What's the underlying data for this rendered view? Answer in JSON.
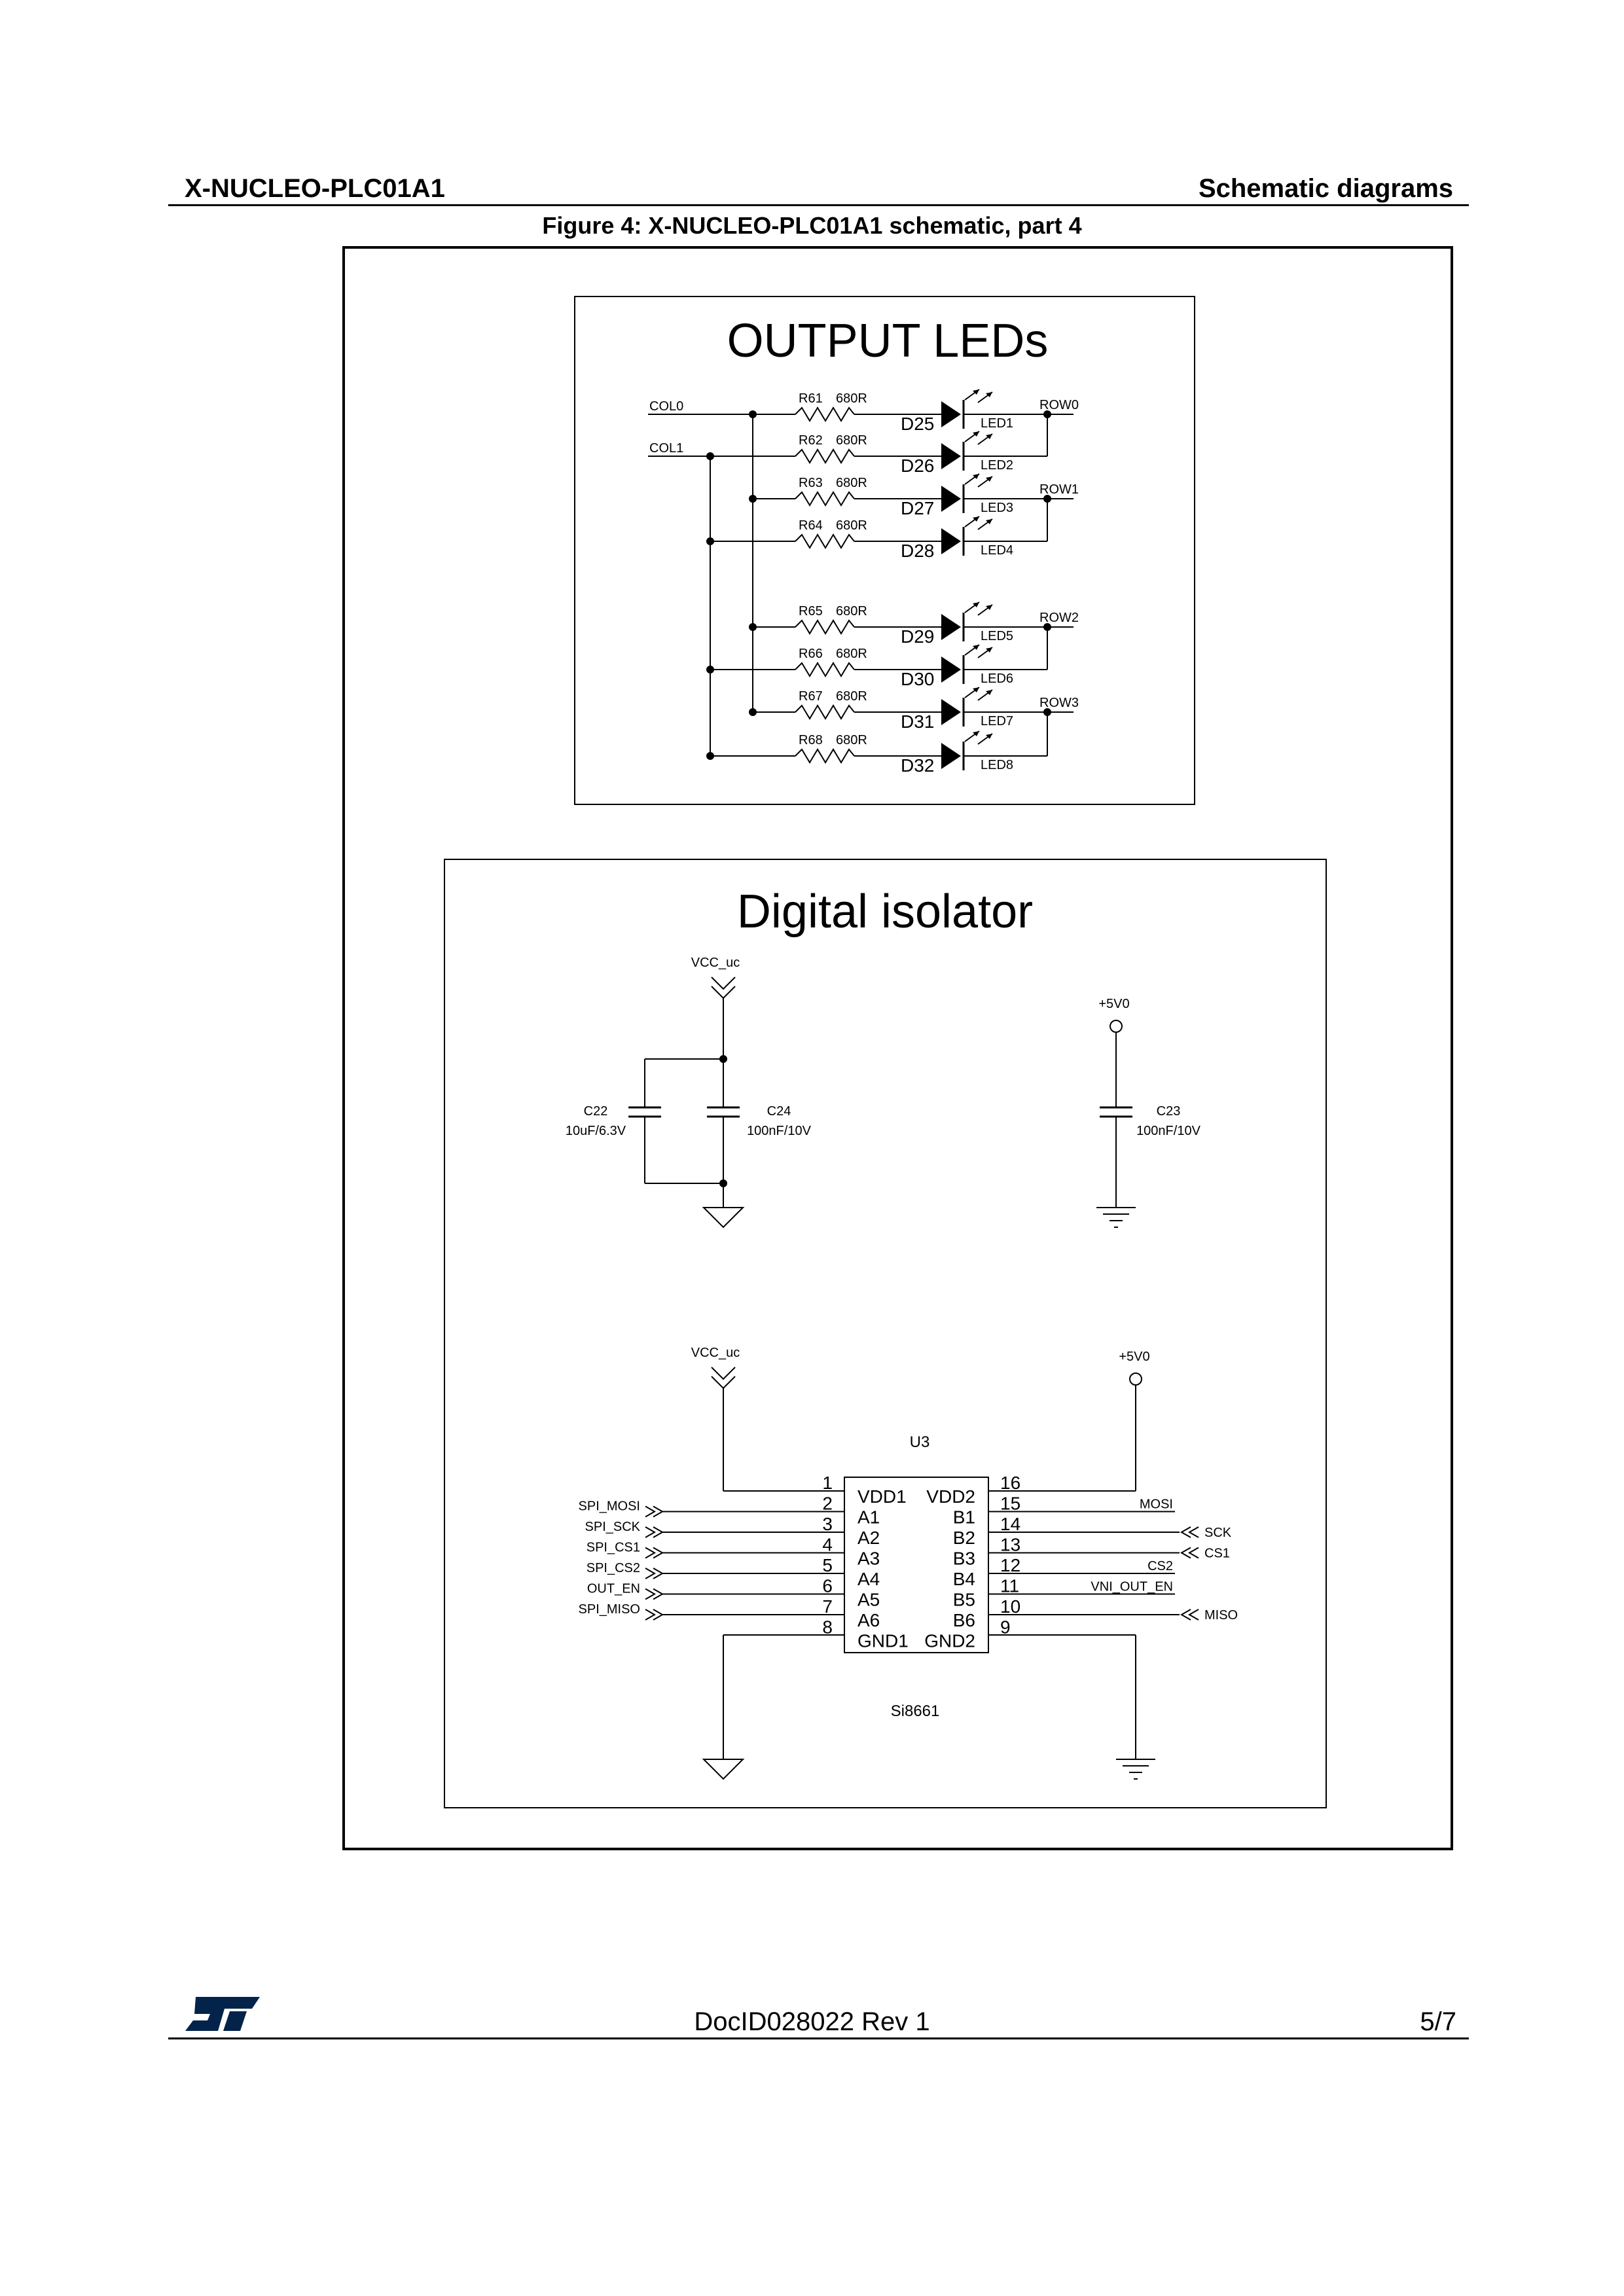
{
  "header": {
    "product": "X-NUCLEO-PLC01A1",
    "section": "Schematic diagrams"
  },
  "figure": {
    "caption": "Figure 4: X-NUCLEO-PLC01A1 schematic, part 4"
  },
  "leds_block": {
    "title": "OUTPUT LEDs",
    "columns": [
      "COL0",
      "COL1"
    ],
    "rows": [
      "ROW0",
      "ROW1",
      "ROW2",
      "ROW3"
    ],
    "channels": [
      {
        "resistor": "R61",
        "value": "680R",
        "diode": "D25",
        "led": "LED1"
      },
      {
        "resistor": "R62",
        "value": "680R",
        "diode": "D26",
        "led": "LED2"
      },
      {
        "resistor": "R63",
        "value": "680R",
        "diode": "D27",
        "led": "LED3"
      },
      {
        "resistor": "R64",
        "value": "680R",
        "diode": "D28",
        "led": "LED4"
      },
      {
        "resistor": "R65",
        "value": "680R",
        "diode": "D29",
        "led": "LED5"
      },
      {
        "resistor": "R66",
        "value": "680R",
        "diode": "D30",
        "led": "LED6"
      },
      {
        "resistor": "R67",
        "value": "680R",
        "diode": "D31",
        "led": "LED7"
      },
      {
        "resistor": "R68",
        "value": "680R",
        "diode": "D32",
        "led": "LED8"
      }
    ]
  },
  "isolator_block": {
    "title": "Digital isolator",
    "supply_left": "VCC_uc",
    "supply_right": "+5V0",
    "capacitors": {
      "c22": {
        "ref": "C22",
        "value": "10uF/6.3V"
      },
      "c24": {
        "ref": "C24",
        "value": "100nF/10V"
      },
      "c23": {
        "ref": "C23",
        "value": "100nF/10V"
      }
    },
    "ic": {
      "ref": "U3",
      "part": "Si8661",
      "left_pins": [
        {
          "num": "1",
          "name": "VDD1",
          "net": ""
        },
        {
          "num": "2",
          "name": "A1",
          "net": "SPI_MOSI"
        },
        {
          "num": "3",
          "name": "A2",
          "net": "SPI_SCK"
        },
        {
          "num": "4",
          "name": "A3",
          "net": "SPI_CS1"
        },
        {
          "num": "5",
          "name": "A4",
          "net": "SPI_CS2"
        },
        {
          "num": "6",
          "name": "A5",
          "net": "OUT_EN"
        },
        {
          "num": "7",
          "name": "A6",
          "net": "SPI_MISO"
        },
        {
          "num": "8",
          "name": "GND1",
          "net": ""
        }
      ],
      "right_pins": [
        {
          "num": "16",
          "name": "VDD2",
          "net": ""
        },
        {
          "num": "15",
          "name": "B1",
          "net": "MOSI"
        },
        {
          "num": "14",
          "name": "B2",
          "net": "SCK"
        },
        {
          "num": "13",
          "name": "B3",
          "net": "CS1"
        },
        {
          "num": "12",
          "name": "B4",
          "net": "CS2"
        },
        {
          "num": "11",
          "name": "B5",
          "net": "VNI_OUT_EN"
        },
        {
          "num": "10",
          "name": "B6",
          "net": "MISO"
        },
        {
          "num": "9",
          "name": "GND2",
          "net": ""
        }
      ]
    }
  },
  "footer": {
    "doc_id": "DocID028022 Rev 1",
    "page": "5/7",
    "logo_text": "ST"
  }
}
